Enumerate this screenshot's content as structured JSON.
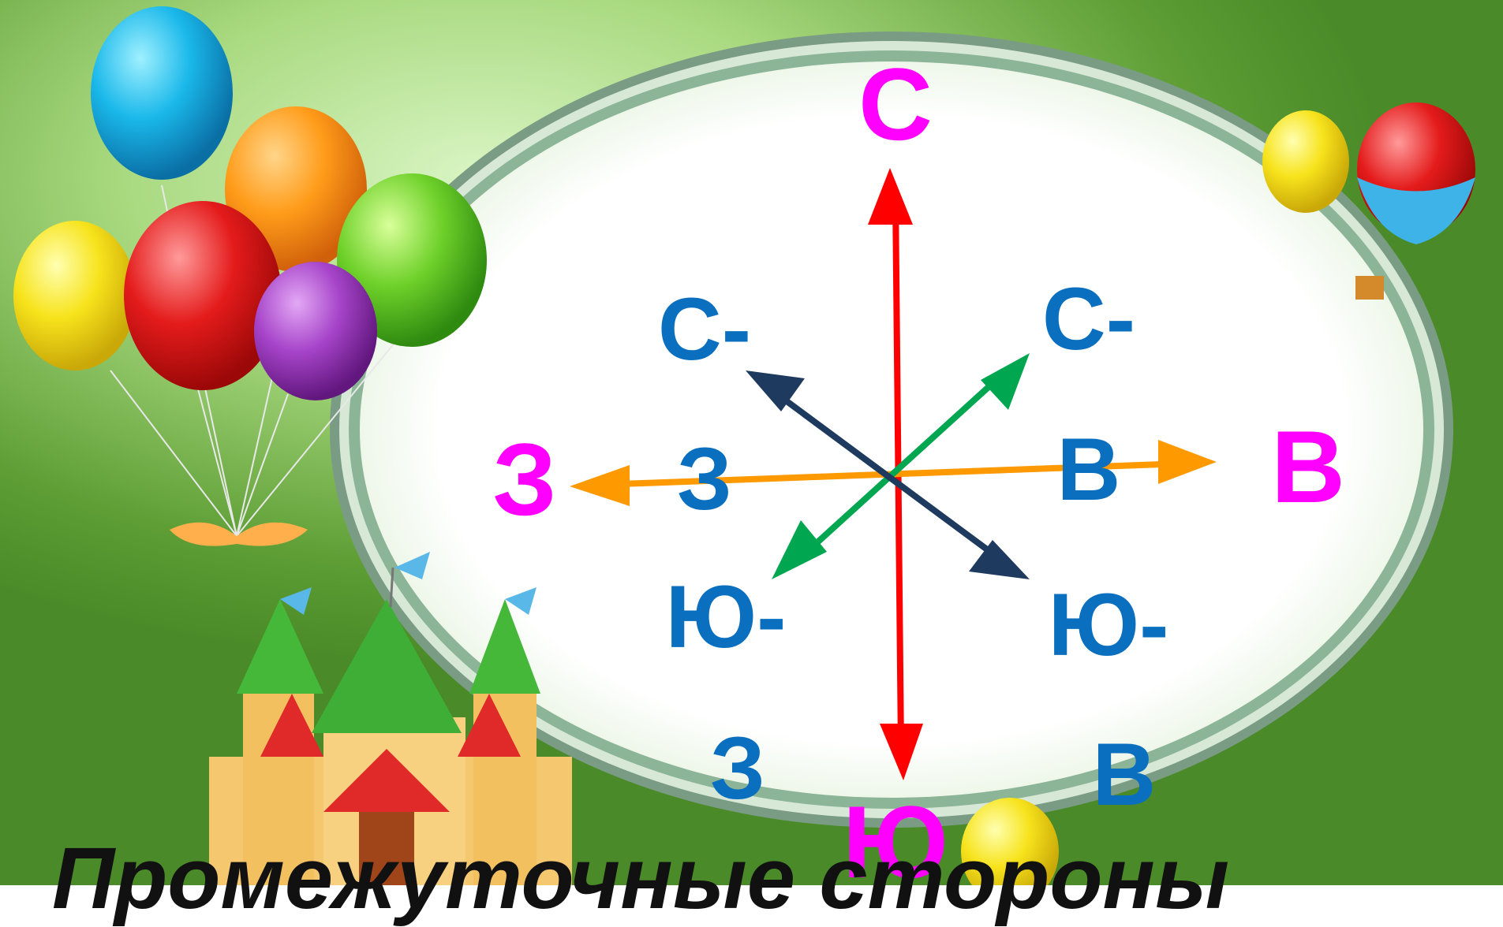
{
  "compass": {
    "north": "С",
    "south": "Ю",
    "west": "З",
    "east": "В"
  },
  "intercardinal": {
    "nw_top": "С-",
    "nw_bottom": "З",
    "ne_top": "С-",
    "ne_bottom": "В",
    "sw_top": "Ю-",
    "sw_bottom": "З",
    "se_top": "Ю-",
    "se_bottom": "В"
  },
  "caption": "Промежуточные стороны",
  "colors": {
    "cardinal_label": "#ff00ff",
    "intercardinal_label": "#0a6fbf",
    "north_south_arrow": "#ff0000",
    "west_east_arrow": "#ff9900",
    "ne_sw_arrow": "#00a650",
    "nw_se_arrow": "#1f3a5f"
  }
}
